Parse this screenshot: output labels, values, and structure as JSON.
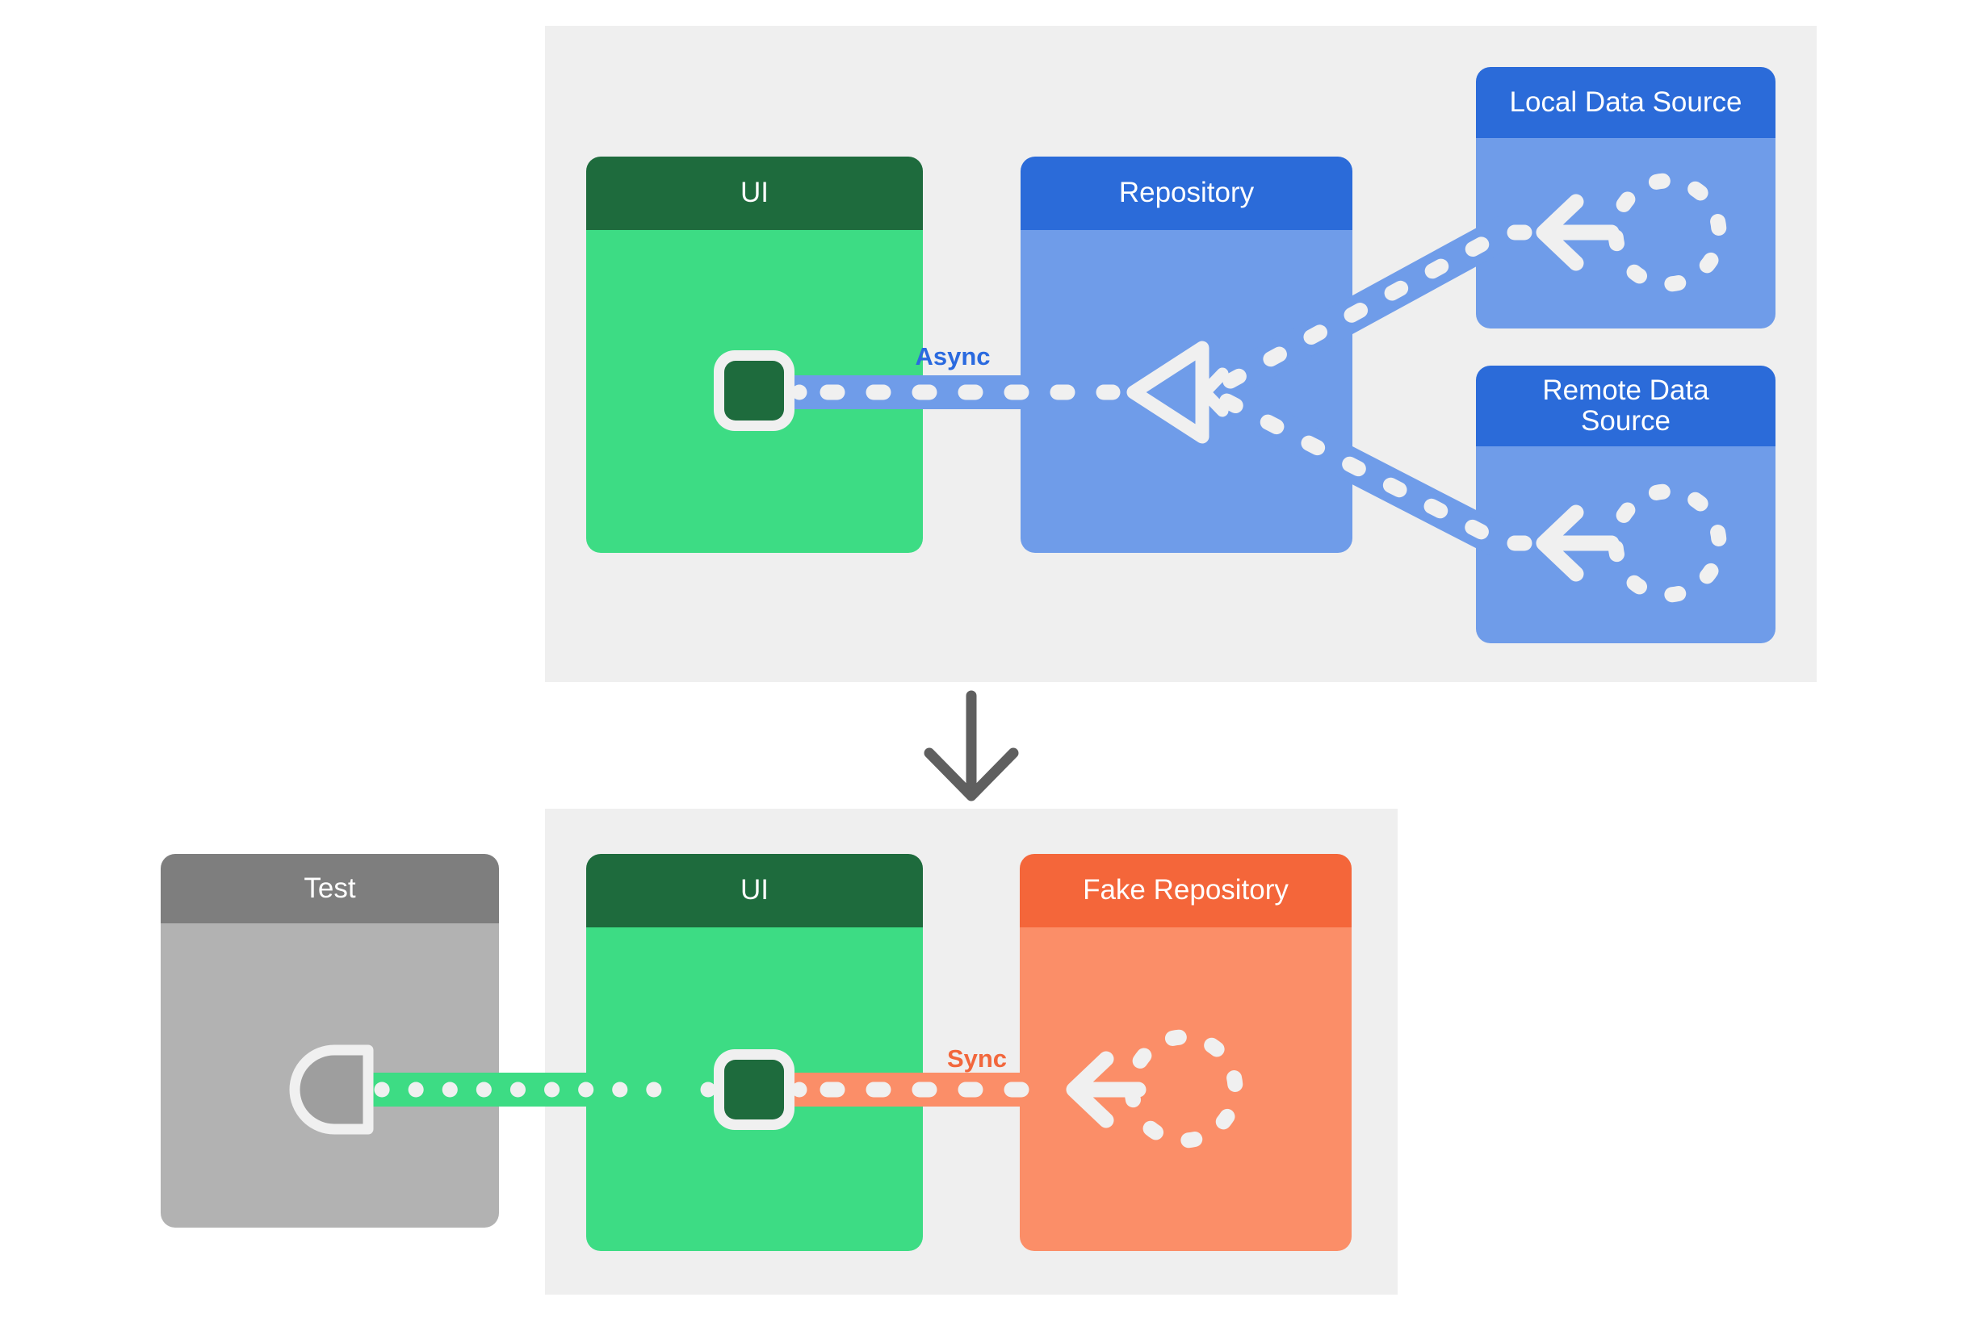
{
  "production": {
    "cards": [
      {
        "id": "ui",
        "title": "UI"
      },
      {
        "id": "repository",
        "title": "Repository"
      },
      {
        "id": "local-data-source",
        "title": "Local Data Source"
      },
      {
        "id": "remote-data-source",
        "title": "Remote Data Source"
      }
    ],
    "connection_label": "Async"
  },
  "test": {
    "cards": [
      {
        "id": "test",
        "title": "Test"
      },
      {
        "id": "ui",
        "title": "UI"
      },
      {
        "id": "fake-repository",
        "title": "Fake Repository"
      }
    ],
    "connection_label": "Sync"
  },
  "icons": {
    "ui_device": "device-screen-icon",
    "data_source": "dashed-circle-icon",
    "merge": "merge-triangle-icon",
    "test_probe": "probe-socket-icon",
    "flow_arrow": "arrow-left-icon",
    "transition": "arrow-down-icon"
  },
  "colors": {
    "ui_header": "#1e6b3d",
    "ui_body": "#3ddc84",
    "repository_header": "#2b6bd9",
    "repository_body": "#6f9ce9",
    "fake_repository_header": "#f4663a",
    "fake_repository_body": "#fb8e68",
    "test_header": "#7e7e7e",
    "test_body": "#b2b2b2",
    "section_background": "#efefef",
    "connector_stroke": "#f0f0f0",
    "async_label": "#2a6adf",
    "sync_label": "#f2673c",
    "down_arrow": "#5f5f5f"
  }
}
